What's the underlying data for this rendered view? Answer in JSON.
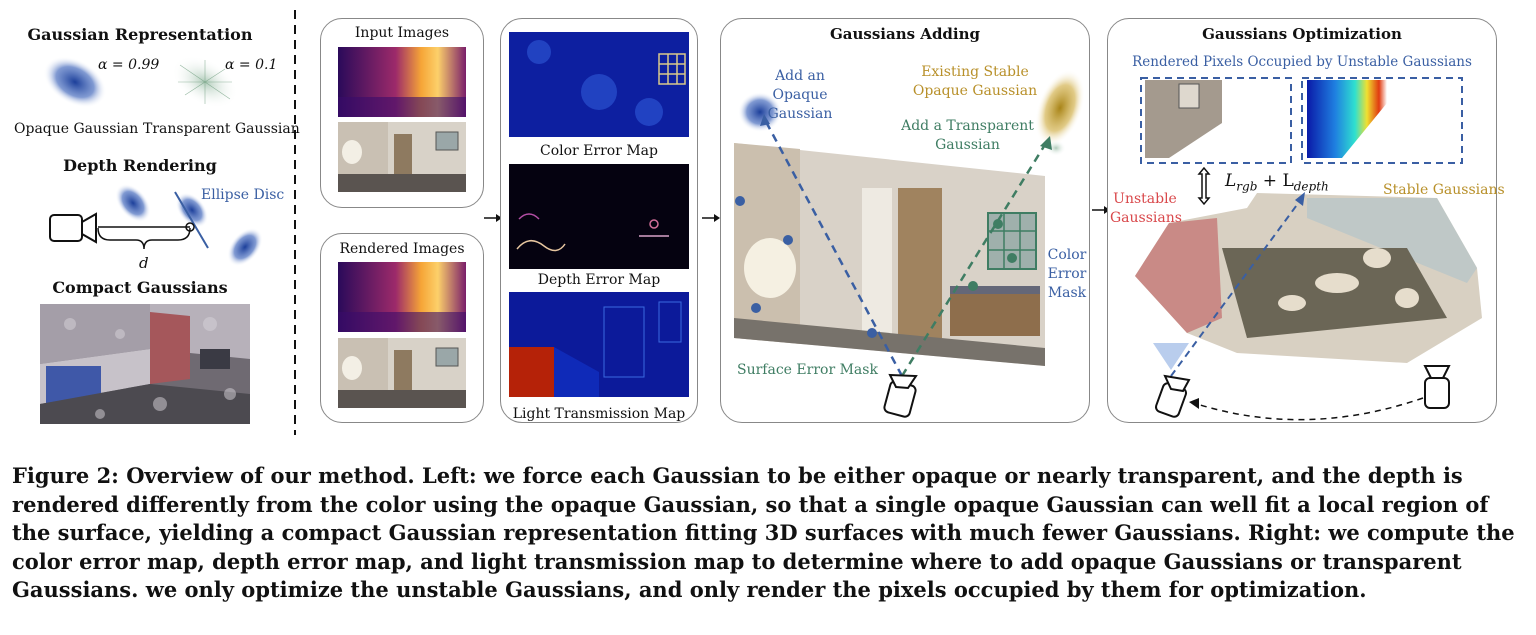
{
  "left": {
    "gaussian_repr_title": "Gaussian Representation",
    "alpha_opaque": "α = 0.99",
    "alpha_transparent": "α = 0.1",
    "opaque_label": "Opaque Gaussian",
    "transparent_label": "Transparent Gaussian",
    "depth_title": "Depth Rendering",
    "ellipse_disc": "Ellipse Disc",
    "d_label": "d",
    "compact_title": "Compact Gaussians"
  },
  "inputs": {
    "input_images": "Input Images",
    "rendered_images": "Rendered Images"
  },
  "maps": {
    "color_error": "Color Error Map",
    "depth_error": "Depth Error Map",
    "light_transmission": "Light Transmission Map"
  },
  "adding": {
    "title": "Gaussians Adding",
    "add_opaque": "Add an Opaque Gaussian",
    "existing_stable": "Existing Stable Opaque Gaussian",
    "add_transparent": "Add a Transparent Gaussian",
    "color_error_mask": "Color Error Mask",
    "surface_error_mask": "Surface Error Mask"
  },
  "optimization": {
    "title": "Gaussians Optimization",
    "rendered_pixels": "Rendered Pixels Occupied by Unstable Gaussians",
    "loss": "L",
    "loss_rgb": "rgb",
    "loss_plus": " + L",
    "loss_depth": "depth",
    "unstable": "Unstable Gaussians",
    "stable": "Stable Gaussians"
  },
  "caption": "Figure 2: Overview of our method. Left: we force each Gaussian to be either opaque or nearly transparent, and the depth is rendered differently from the color using the opaque Gaussian, so that a single opaque Gaussian can well fit a local region of the surface, yielding a compact Gaussian representation fitting 3D surfaces with much fewer Gaussians. Right: we compute the color error map, depth error map, and light transmission map to determine where to add opaque Gaussians or transparent Gaussians. we only optimize the unstable Gaussians, and only render the pixels occupied by them for optimization.",
  "colors": {
    "blue_text": "#3a5fa3",
    "gold_text": "#b8902a",
    "green_text": "#3f7d63",
    "red_text": "#d9484b"
  }
}
